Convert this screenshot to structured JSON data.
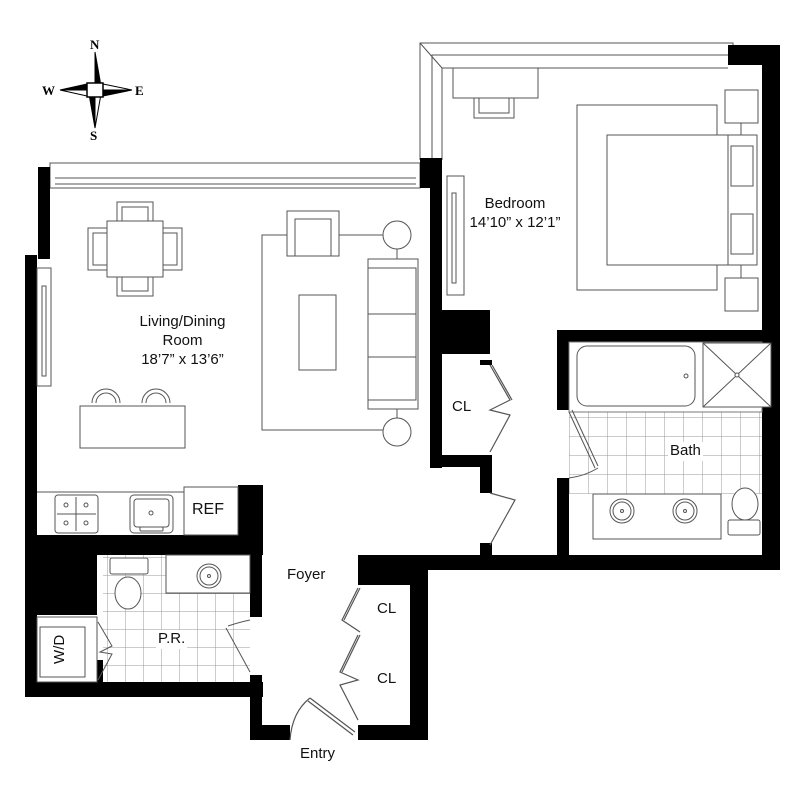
{
  "compass": {
    "north": "N",
    "south": "S",
    "east": "E",
    "west": "W"
  },
  "rooms": {
    "bedroom": {
      "name": "Bedroom",
      "dimensions": "14’10” x 12’1”"
    },
    "living": {
      "name_line1": "Living/Dining",
      "name_line2": "Room",
      "dimensions": "18’7” x 13’6”"
    },
    "bath": {
      "name": "Bath"
    },
    "powder_room": {
      "name": "P.R."
    },
    "foyer": {
      "name": "Foyer"
    },
    "entry": {
      "name": "Entry"
    },
    "closet_bedroom": {
      "name": "CL"
    },
    "closet_foyer_1": {
      "name": "CL"
    },
    "closet_foyer_2": {
      "name": "CL"
    }
  },
  "fixtures": {
    "refrigerator": "REF",
    "washer_dryer": "W/D"
  },
  "colors": {
    "wall": "#000000",
    "line": "#555555",
    "background": "#ffffff",
    "tile": "#888888"
  }
}
